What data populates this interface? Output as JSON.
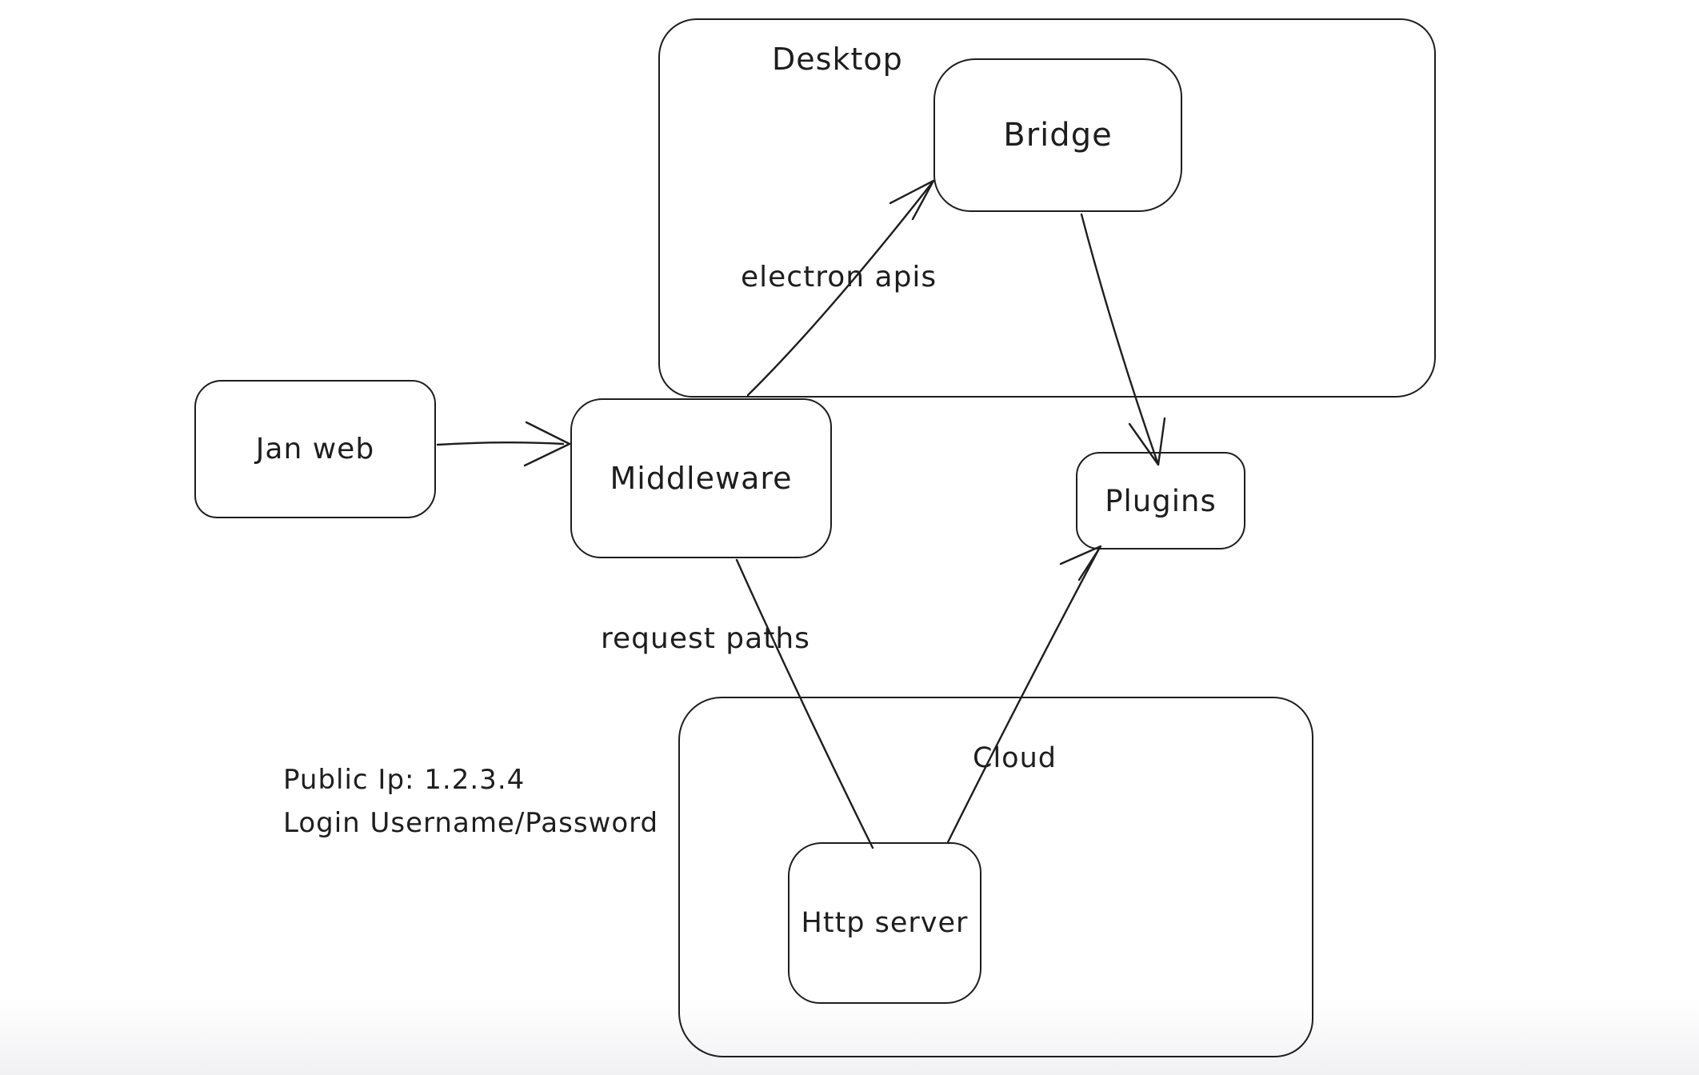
{
  "canvas": {
    "stroke_color": "#1e1e1e",
    "background_color": "#ffffff",
    "style": "hand-drawn whiteboard sketch"
  },
  "containers": [
    {
      "id": "desktop",
      "label": "Desktop"
    },
    {
      "id": "cloud",
      "label": "Cloud"
    }
  ],
  "nodes": [
    {
      "id": "jan-web",
      "label": "Jan web"
    },
    {
      "id": "middleware",
      "label": "Middleware"
    },
    {
      "id": "bridge",
      "label": "Bridge"
    },
    {
      "id": "plugins",
      "label": "Plugins"
    },
    {
      "id": "http-server",
      "label": "Http server"
    }
  ],
  "edges": [
    {
      "from": "jan-web",
      "to": "middleware",
      "label": "",
      "arrowhead": true
    },
    {
      "from": "middleware",
      "to": "bridge",
      "label": "electron apis",
      "arrowhead": true
    },
    {
      "from": "bridge",
      "to": "plugins",
      "label": "",
      "arrowhead": true
    },
    {
      "from": "middleware",
      "to": "http-server",
      "label": "request paths",
      "arrowhead": false
    },
    {
      "from": "http-server",
      "to": "plugins",
      "label": "",
      "arrowhead": true
    }
  ],
  "annotations": {
    "public_ip_line": "Public Ip: 1.2.3.4",
    "login_line": "Login Username/Password"
  }
}
